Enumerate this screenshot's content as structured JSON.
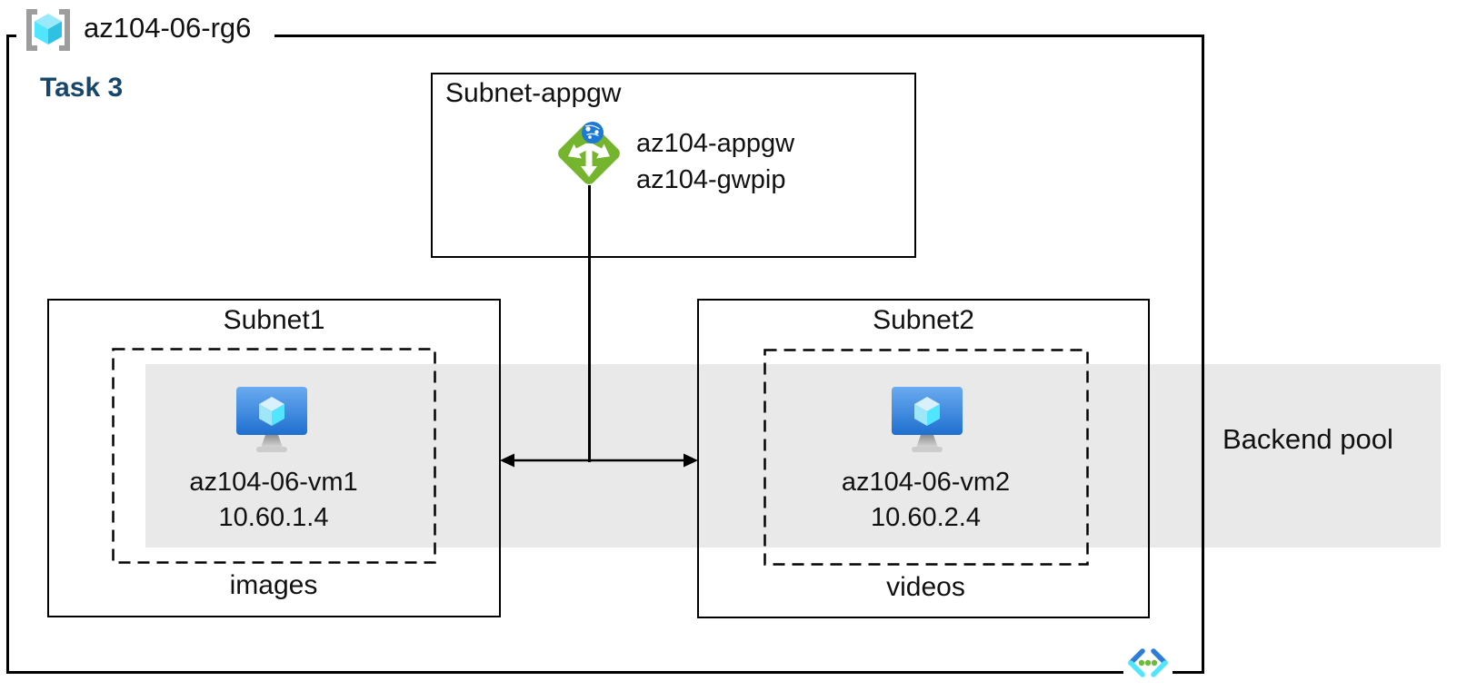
{
  "diagram": {
    "resource_group": {
      "name": "az104-06-rg6",
      "icon": "resource-group-icon"
    },
    "task_label": "Task 3",
    "appgw_subnet": {
      "title": "Subnet-appgw",
      "icon": "application-gateway-icon",
      "lines": [
        "az104-appgw",
        "az104-gwpip"
      ]
    },
    "subnet1": {
      "title": "Subnet1",
      "icon": "virtual-machine-icon",
      "vm_name": "az104-06-vm1",
      "vm_ip": "10.60.1.4",
      "caption": "images"
    },
    "subnet2": {
      "title": "Subnet2",
      "icon": "virtual-machine-icon",
      "vm_name": "az104-06-vm2",
      "vm_ip": "10.60.2.4",
      "caption": "videos"
    },
    "backend_pool_label": "Backend pool",
    "vnet_icon": "virtual-network-icon",
    "colors": {
      "band_gray": "#e9e9e9",
      "task_navy": "#17466b",
      "appgw_green": "#75b52e",
      "globe_blue": "#1d79d6",
      "vm_screen_top": "#6aabf0",
      "vm_screen_bottom": "#1f6fd0",
      "cube_cyan": "#50e6ff",
      "cube_teal": "#2fc1e3",
      "vnet_blue": "#2e7ed8",
      "dot_green": "#6cbb3c",
      "bracket_gray": "#9d9d9d",
      "line_black": "#000000"
    }
  }
}
